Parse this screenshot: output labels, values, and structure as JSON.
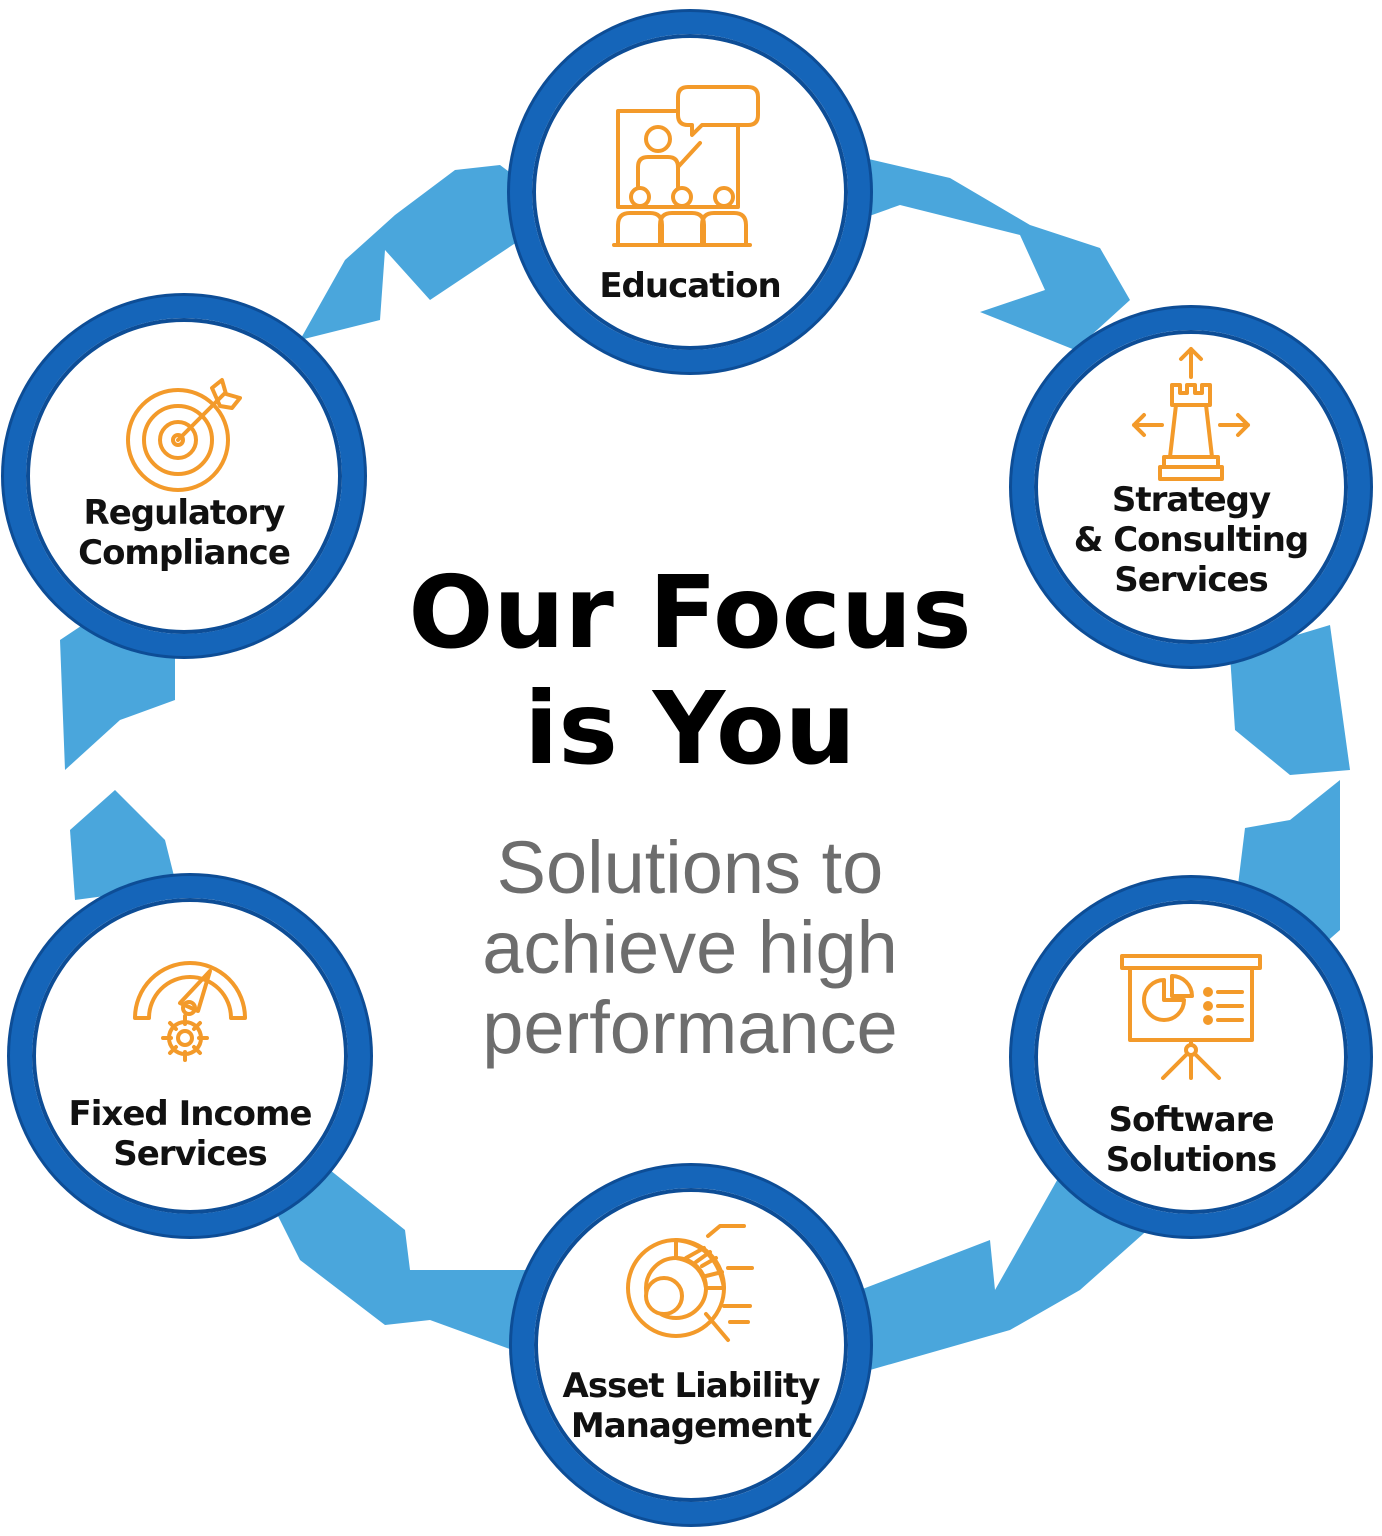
{
  "title": {
    "line1": "Our Focus",
    "line2": "is You"
  },
  "subtitle": {
    "line1": "Solutions to",
    "line2": "achieve high",
    "line3": "performance"
  },
  "colors": {
    "ring": "#4aa6dc",
    "circle_border": "#1565b9",
    "icon": "#f39a2a",
    "title": "#000000",
    "subtitle": "#6d6d6d"
  },
  "nodes": [
    {
      "id": "education",
      "icon": "presentation-audience-icon",
      "lines": [
        "Education"
      ]
    },
    {
      "id": "strategy",
      "icon": "chess-rook-arrows-icon",
      "lines": [
        "Strategy",
        "& Consulting",
        "Services"
      ]
    },
    {
      "id": "software",
      "icon": "projector-board-icon",
      "lines": [
        "Software",
        "Solutions"
      ]
    },
    {
      "id": "alm",
      "icon": "donut-chart-magnifier-icon",
      "lines": [
        "Asset Liability",
        "Management"
      ]
    },
    {
      "id": "fixed-income",
      "icon": "gauge-gear-icon",
      "lines": [
        "Fixed Income",
        "Services"
      ]
    },
    {
      "id": "regulatory",
      "icon": "target-arrow-icon",
      "lines": [
        "Regulatory",
        "Compliance"
      ]
    }
  ]
}
